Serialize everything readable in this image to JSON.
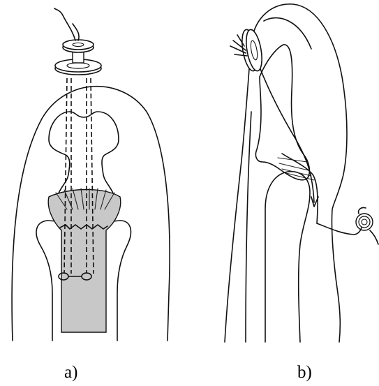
{
  "panels": [
    {
      "id": "a",
      "label": "a)"
    },
    {
      "id": "b",
      "label": "b)"
    }
  ],
  "colors": {
    "line": "#111111",
    "tendon_fill": "#c8c8c8",
    "background": "#ffffff"
  }
}
